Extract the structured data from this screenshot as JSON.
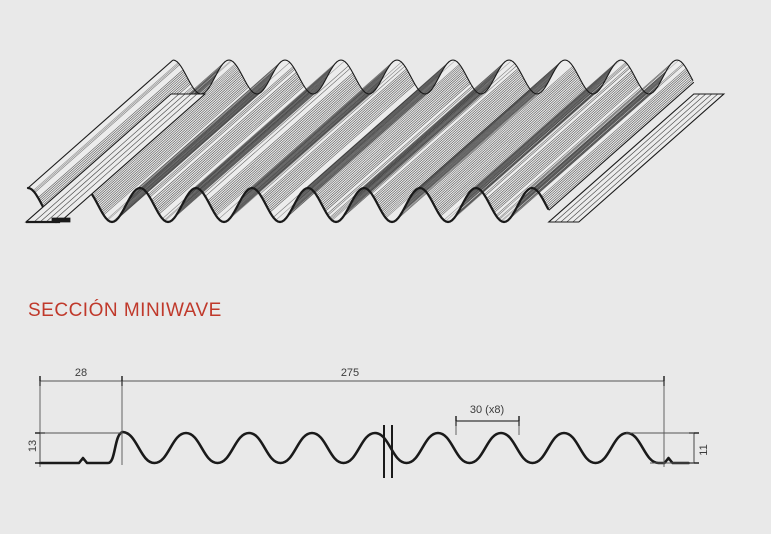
{
  "page": {
    "background_color": "#e9e9e9",
    "line_color": "#1a1a1a",
    "dim_line_color": "#555555",
    "title_color": "#c0392b"
  },
  "iso_view": {
    "name": "corrugated-sheet-isometric",
    "description": "Miniwave corrugated sheet 3D view"
  },
  "section": {
    "title": "SECCIÓN MINIWAVE",
    "dimensions": {
      "flange_width": "28",
      "total_width": "275",
      "pitch": "30 (x8)",
      "left_height": "13",
      "right_height": "11"
    }
  },
  "chart_data": {
    "type": "line",
    "title": "SECCIÓN MINIWAVE",
    "xlabel": "",
    "ylabel": "",
    "annotations": [
      {
        "label": "28",
        "kind": "horizontal-dimension",
        "value": 28
      },
      {
        "label": "275",
        "kind": "horizontal-dimension",
        "value": 275
      },
      {
        "label": "30 (x8)",
        "kind": "horizontal-dimension",
        "value": 30,
        "repeat": 8
      },
      {
        "label": "13",
        "kind": "vertical-dimension",
        "value": 13
      },
      {
        "label": "11",
        "kind": "vertical-dimension",
        "value": 11
      }
    ]
  }
}
